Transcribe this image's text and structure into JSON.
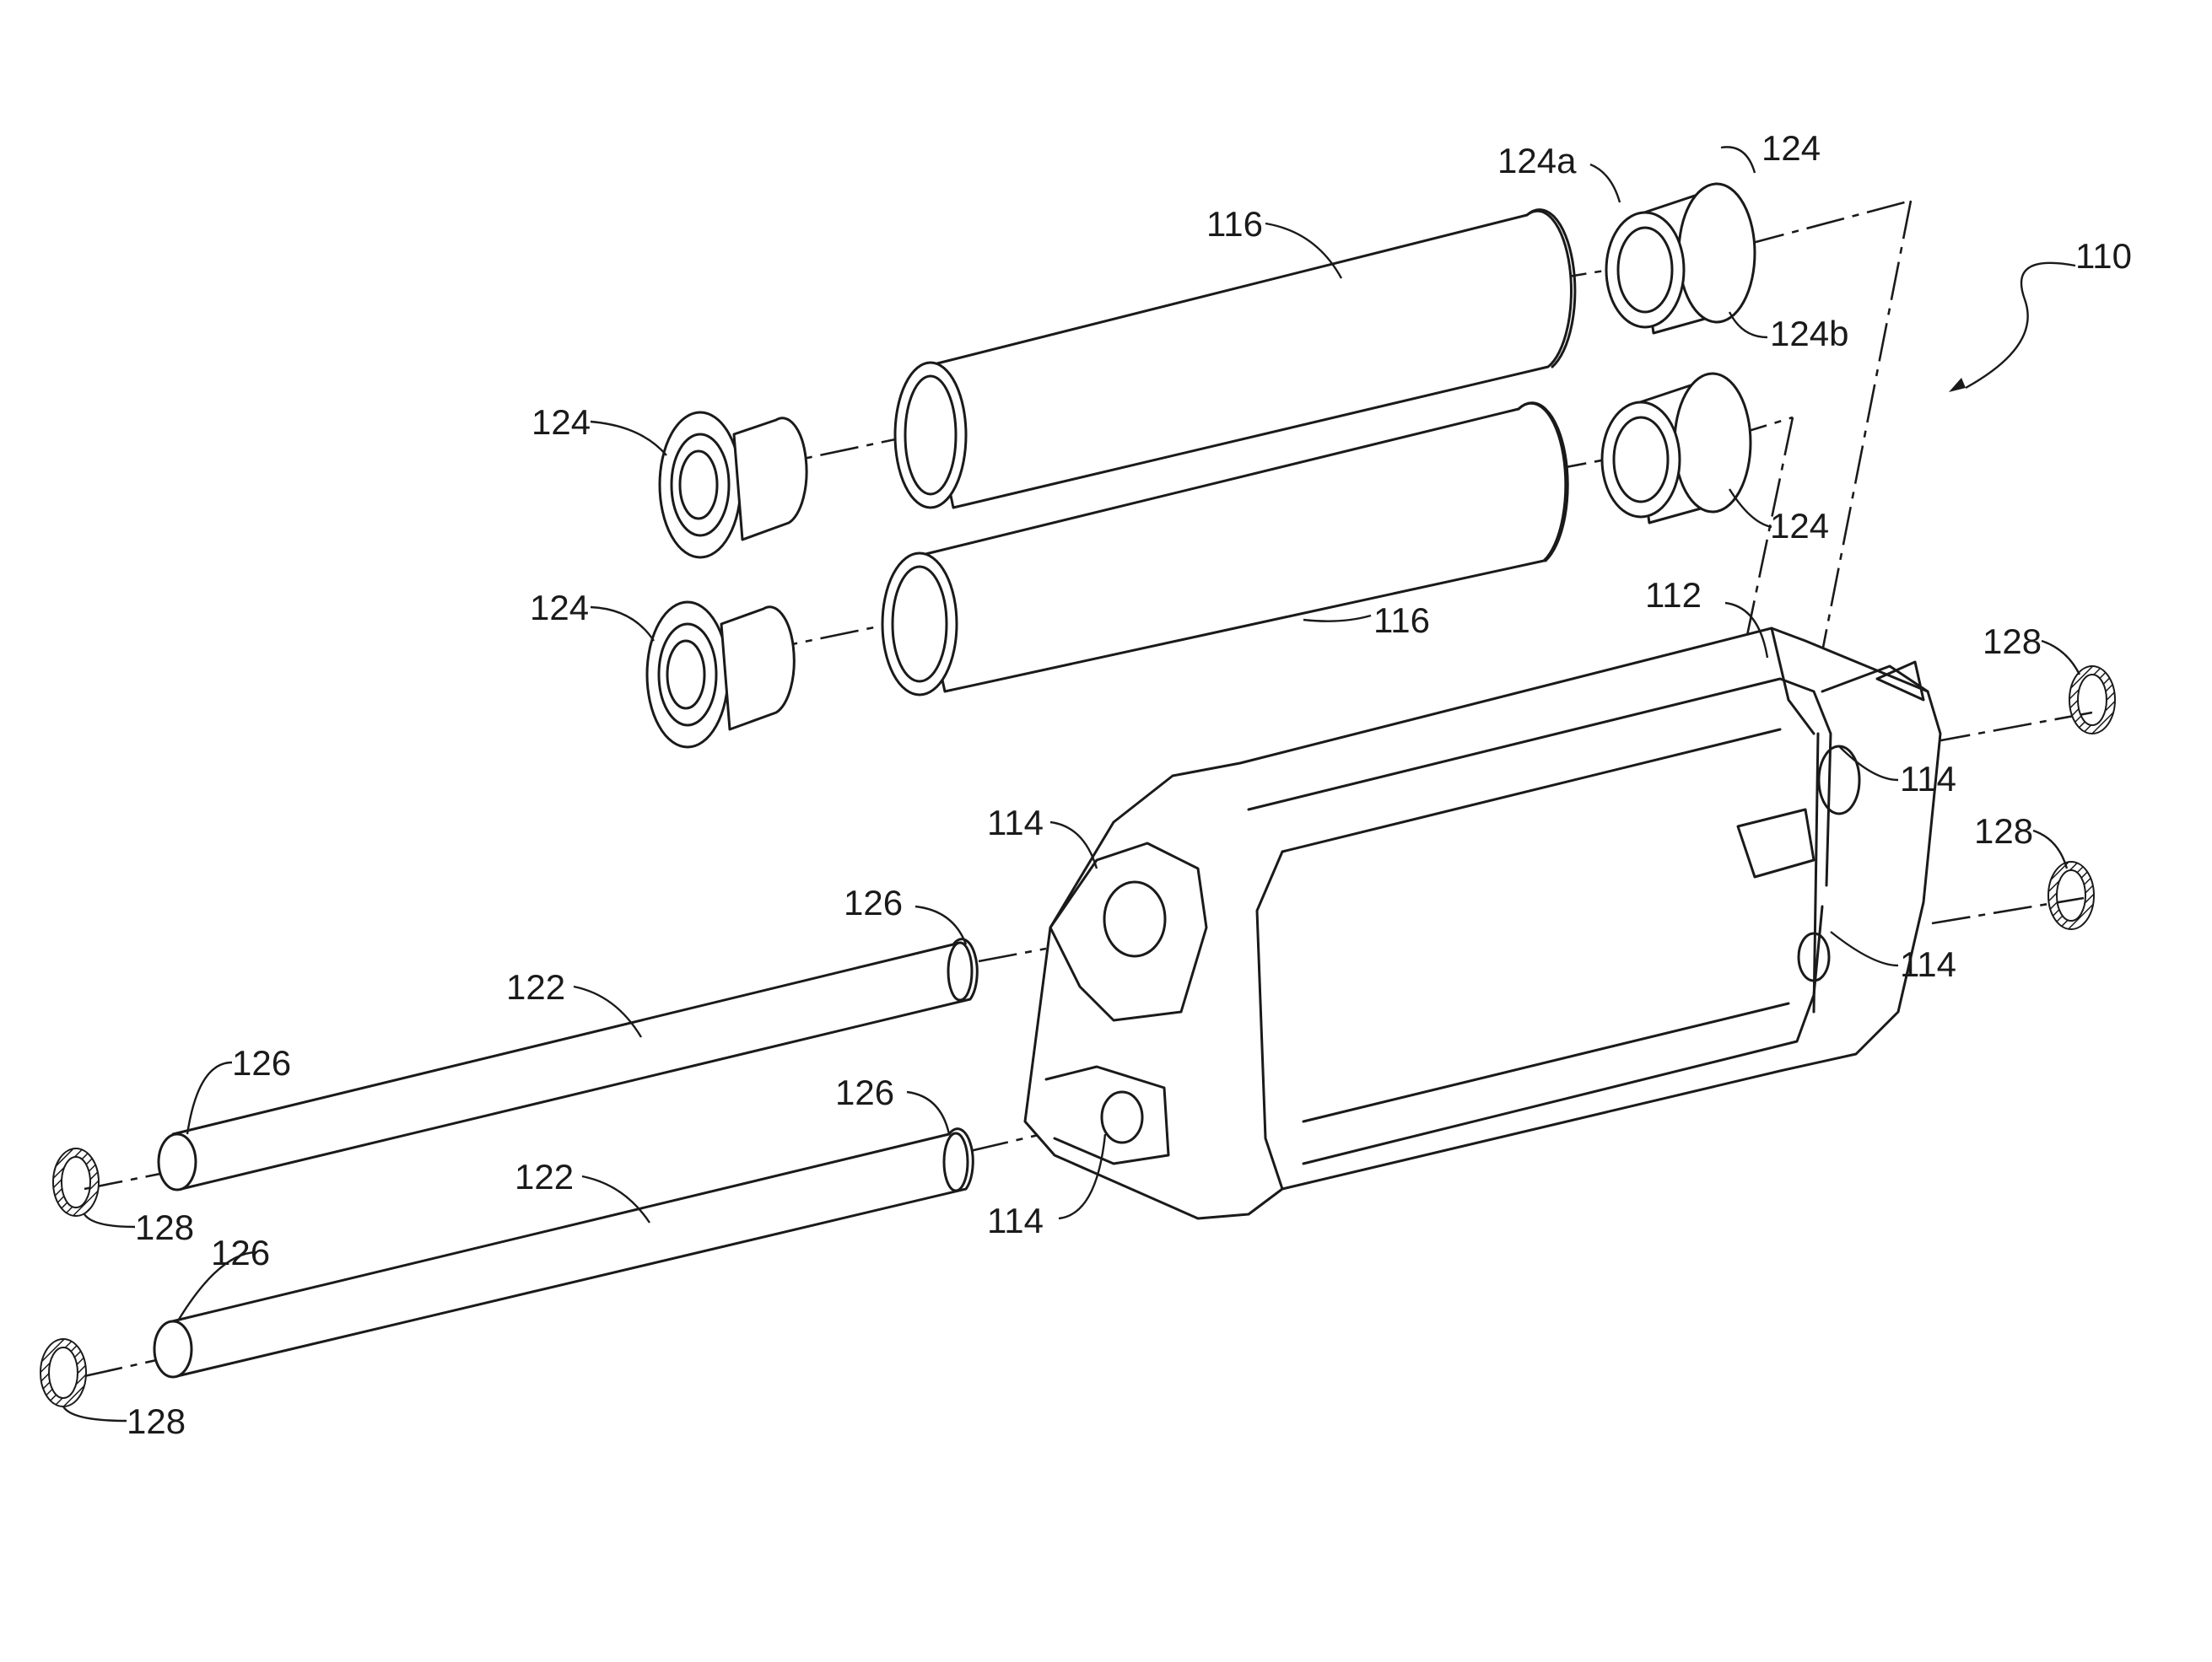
{
  "labels": {
    "assembly": "110",
    "frame": "112",
    "bore": "114",
    "sleeve": "116",
    "pin": "122",
    "bushing": "124",
    "bushing_a": "124a",
    "bushing_b": "124b",
    "pin_end": "126",
    "retaining_ring": "128"
  },
  "colors": {
    "ink": "#1a1a1a",
    "paper": "#ffffff"
  }
}
